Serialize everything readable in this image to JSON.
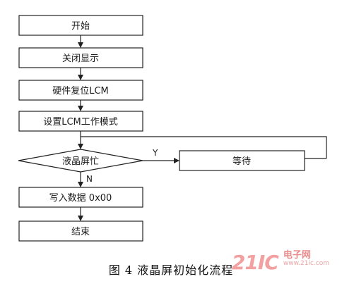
{
  "flowchart": {
    "nodes": {
      "start": "开始",
      "close_display": "关闭显示",
      "hw_reset": "硬件复位LCM",
      "set_mode": "设置LCM工作模式",
      "busy_check": "液晶屏忙",
      "wait": "等待",
      "write_data": "写入数据 0x00",
      "end": "结束"
    },
    "edges": {
      "yes_label": "Y",
      "no_label": "N"
    }
  },
  "caption": "图 4 液晶屏初始化流程",
  "watermark": {
    "main": "21IC",
    "cn": "电子网",
    "url": "www.21ic.com"
  }
}
